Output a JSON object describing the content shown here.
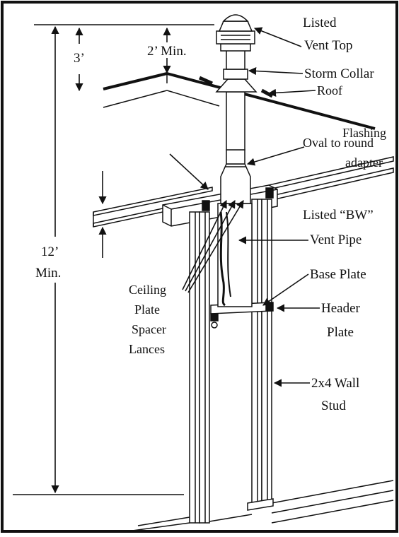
{
  "labels": {
    "vent_top_1": "Listed",
    "vent_top_2": "Vent Top",
    "storm_collar": "Storm Collar",
    "roof_flashing_1": "Roof",
    "roof_flashing_2": "Flashing",
    "oval_adapter_1": "Oval to round",
    "oval_adapter_2": "adapter",
    "bw_pipe_1": "Listed “BW”",
    "bw_pipe_2": "Vent Pipe",
    "base_plate": "Base Plate",
    "header_plate_1": "Header",
    "header_plate_2": "Plate",
    "wall_stud_1": "2x4 Wall",
    "wall_stud_2": "Stud",
    "ceiling_1": "Ceiling",
    "ceiling_2": "Plate",
    "ceiling_3": "Spacer",
    "ceiling_4": "Lances",
    "dim_3ft": "3’",
    "dim_2ft_min": "2’ Min.",
    "dim_12ft_1": "12’",
    "dim_12ft_2": "Min."
  },
  "colors": {
    "ink": "#111111",
    "paper": "#ffffff"
  }
}
